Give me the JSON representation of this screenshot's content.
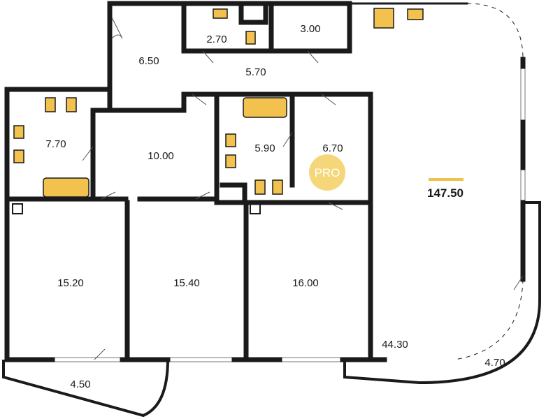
{
  "plan": {
    "total_area": "147.50",
    "badge": "PRO",
    "accent_color": "#f2c14e",
    "rooms": {
      "wc_small": "2.70",
      "storage": "3.00",
      "hall": "6.50",
      "corridor": "5.70",
      "bath_left": "7.70",
      "room_center": "10.00",
      "bath_center": "5.90",
      "dressing": "6.70",
      "bedroom_1": "15.20",
      "bedroom_2": "15.40",
      "bedroom_3": "16.00",
      "living": "44.30",
      "balcony_right": "4.70",
      "balcony_left": "4.50"
    }
  }
}
